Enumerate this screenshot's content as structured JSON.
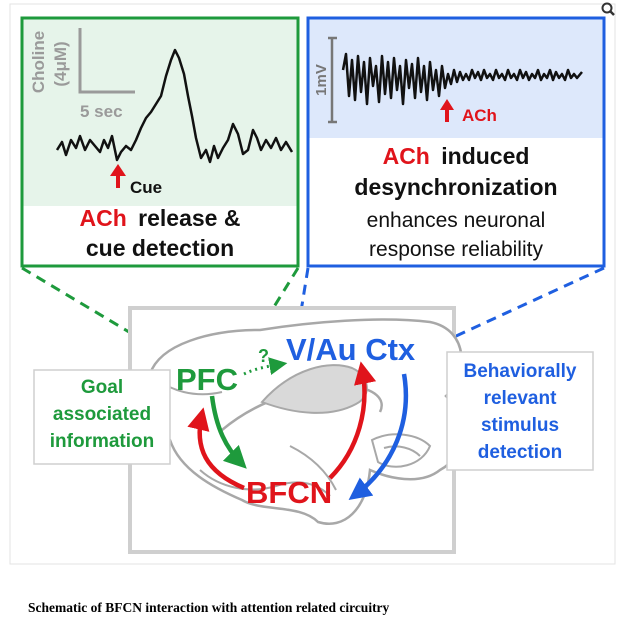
{
  "left_panel": {
    "y_label_line1": "Choline",
    "y_label_line2": "(4μM)",
    "time_scale": "5 sec",
    "cue_label": "Cue",
    "caption_red": "ACh",
    "caption_rest_line1": "release &",
    "caption_line2": "cue detection"
  },
  "right_panel": {
    "scale_label": "1mV",
    "ach_marker": "ACh",
    "line1_red": "ACh",
    "line1_rest": "induced",
    "line2": "desynchronization",
    "line3": "enhances neuronal",
    "line4": "response reliability"
  },
  "brain": {
    "pfc": "PFC",
    "ctx": "V/Au Ctx",
    "bfcn": "BFCN",
    "question": "?"
  },
  "goal_box": [
    "Goal",
    "associated",
    "information"
  ],
  "stimulus_box": [
    "Behaviorally",
    "relevant",
    "stimulus",
    "detection"
  ],
  "caption": "Schematic of BFCN interaction with attention related circuitry",
  "colors": {
    "green": "#1e9a3c",
    "blue": "#1f5fe0",
    "red": "#e0141b",
    "green_bg": "#e6f4ea",
    "blue_bg": "#dde8fb",
    "outline": "#aaaaaa"
  }
}
